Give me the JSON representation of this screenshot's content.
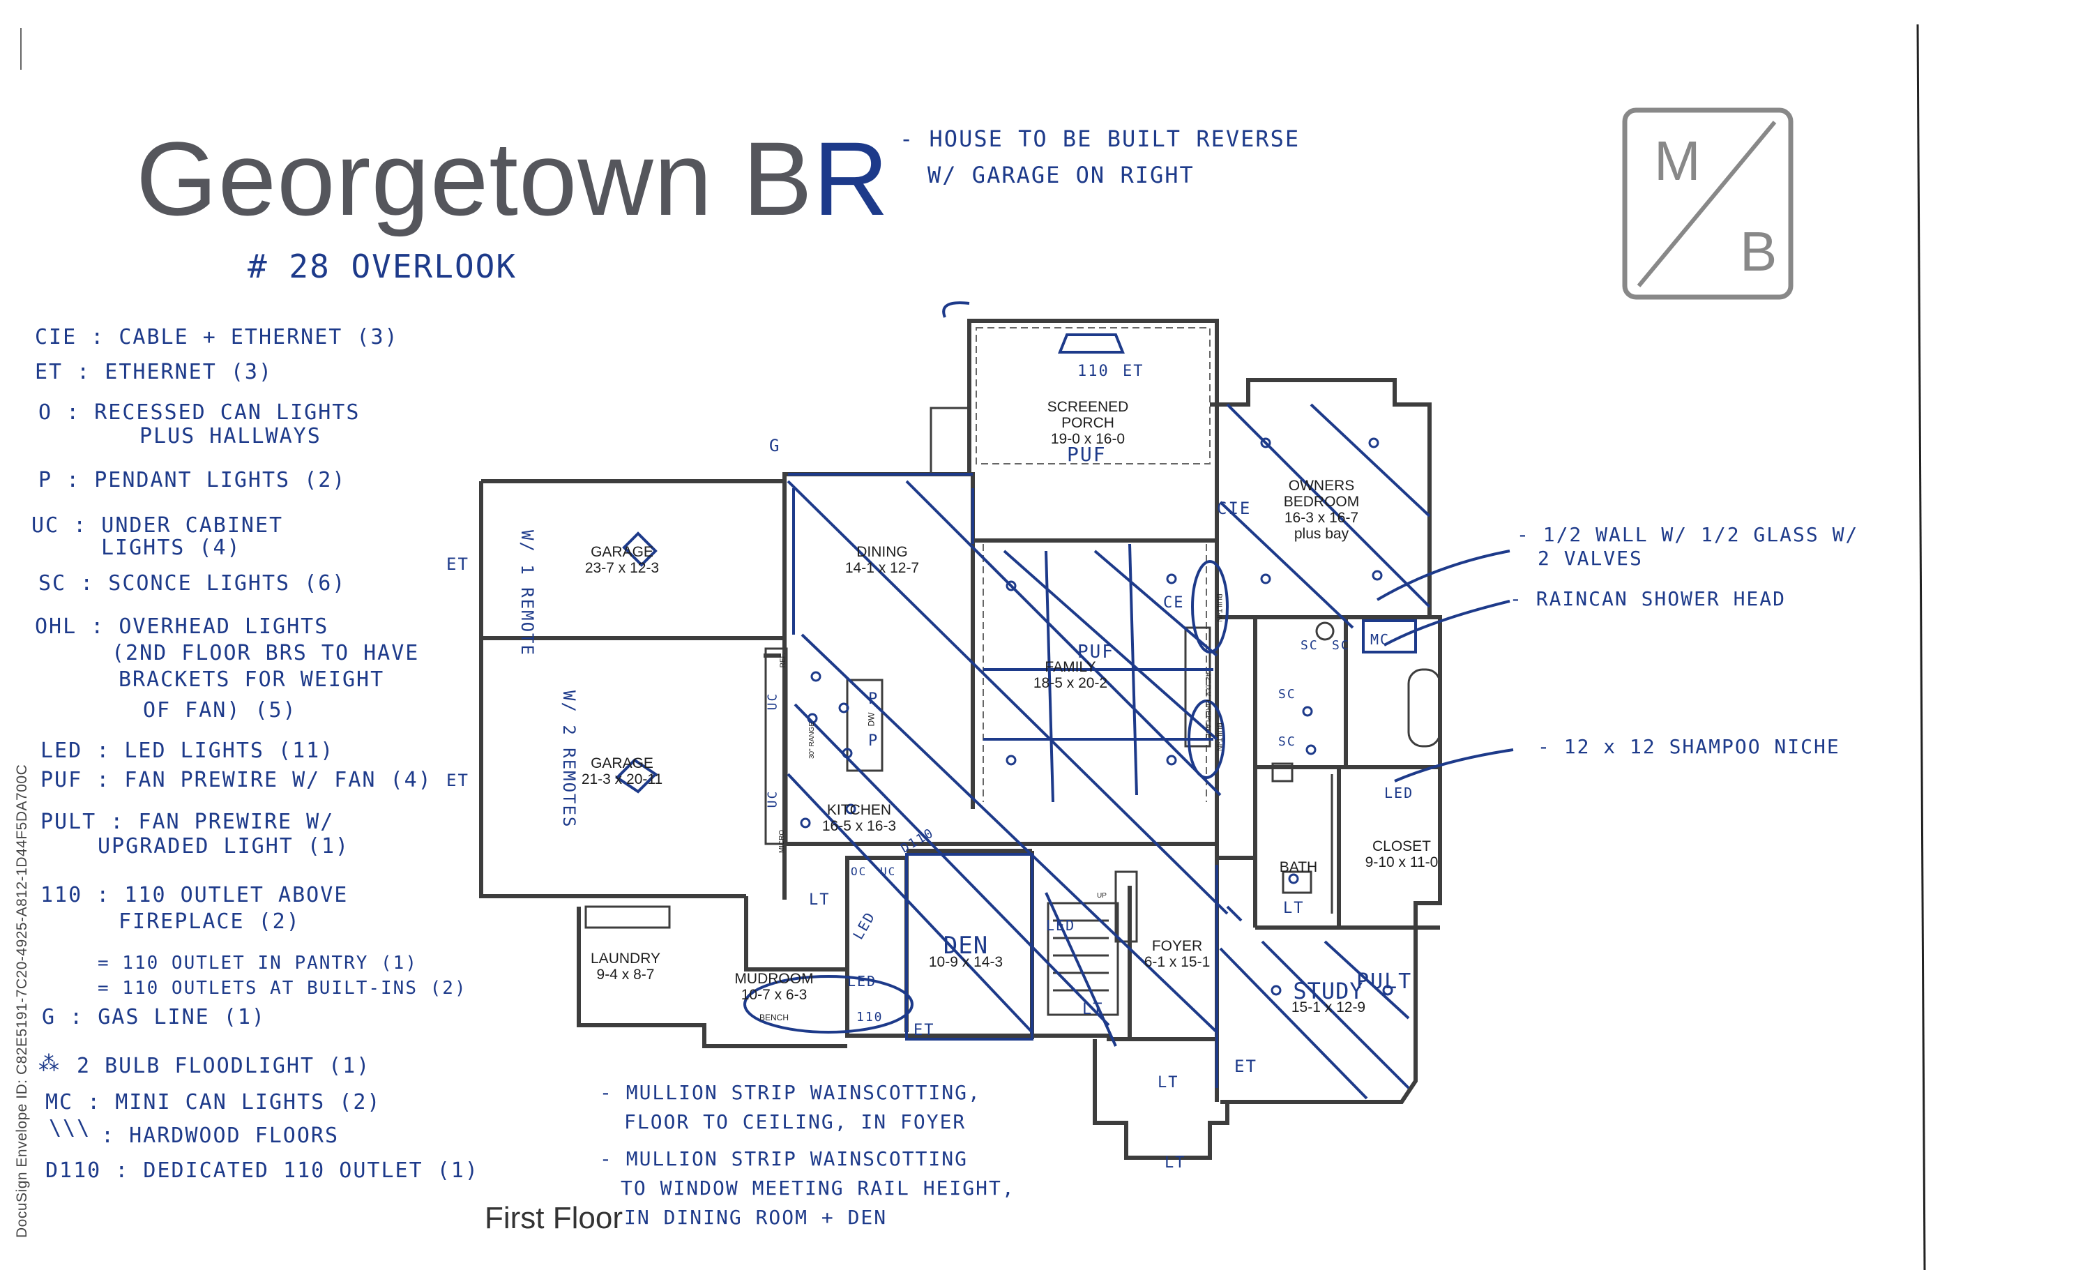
{
  "title": {
    "main": "Georgetown B",
    "suffix": "R",
    "note_line1": "- HOUSE TO BE BUILT REVERSE",
    "note_line2": "W/ GARAGE ON RIGHT",
    "lot": "# 28  OVERLOOK"
  },
  "logo": {
    "top": "M",
    "bottom": "B"
  },
  "legend": [
    "CIE : CABLE + ETHERNET (3)",
    "ET : ETHERNET (3)",
    "O : RECESSED CAN LIGHTS",
    "PLUS HALLWAYS",
    "P : PENDANT LIGHTS (2)",
    "UC : UNDER CABINET",
    "LIGHTS (4)",
    "SC : SCONCE LIGHTS (6)",
    "OHL : OVERHEAD LIGHTS",
    "(2ND FLOOR BRS TO HAVE",
    "BRACKETS FOR WEIGHT",
    "OF FAN) (5)",
    "LED : LED LIGHTS (11)",
    "PUF : FAN PREWIRE W/ FAN (4)",
    "PULT : FAN PREWIRE W/",
    "UPGRADED LIGHT (1)",
    "110 : 110 OUTLET ABOVE",
    "FIREPLACE (2)",
    "= 110 OUTLET IN PANTRY (1)",
    "= 110 OUTLETS AT BUILT-INS (2)",
    "G : GAS LINE (1)",
    "2 BULB FLOODLIGHT (1)",
    "MC : MINI CAN LIGHTS (2)",
    ": HARDWOOD FLOORS",
    "D110 : DEDICATED 110 OUTLET (1)"
  ],
  "rooms": {
    "porch": {
      "name1": "SCREENED",
      "name2": "PORCH",
      "dim": "19-0 x 16-0"
    },
    "owners": {
      "name1": "OWNERS",
      "name2": "BEDROOM",
      "dim": "16-3 x 16-7",
      "extra": "plus bay"
    },
    "garage1": {
      "name": "GARAGE",
      "dim": "23-7 x 12-3"
    },
    "dining": {
      "name": "DINING",
      "dim": "14-1 x 12-7"
    },
    "family": {
      "name": "FAMILY",
      "dim": "18-5 x 20-2"
    },
    "garage2": {
      "name": "GARAGE",
      "dim": "21-3 x 20-11"
    },
    "kitchen": {
      "name": "KITCHEN",
      "dim": "16-5 x 16-3"
    },
    "closet": {
      "name": "CLOSET",
      "dim": "9-10 x 11-0"
    },
    "bath": {
      "name": "BATH"
    },
    "laundry": {
      "name": "LAUNDRY",
      "dim": "9-4 x 8-7"
    },
    "mudroom": {
      "name": "MUDROOM",
      "dim": "10-7 x 6-3",
      "bench": "BENCH"
    },
    "den": {
      "name": "DEN",
      "dim": "10-9 x 14-3"
    },
    "foyer": {
      "name": "FOYER",
      "dim": "6-1 x 15-1"
    },
    "study": {
      "name": "STUDY",
      "dim": "15-1 x 12-9"
    }
  },
  "plan_labels": {
    "porch_110": "110",
    "porch_et": "ET",
    "porch_puf": "PUF",
    "family_puf": "PUF",
    "cie": "CIE",
    "ce": "CE",
    "sc1": "SC",
    "sc2": "SC",
    "sc3": "SC",
    "sc4": "SC",
    "mc": "MC",
    "led_closet": "LED",
    "led1": "LED",
    "led2": "LED",
    "led3": "LED",
    "den_led": "LED",
    "pult": "PULT",
    "et_study": "ET",
    "lt1": "LT",
    "lt2": "LT",
    "lt3": "LT",
    "lt4": "LT",
    "lt5": "LT",
    "et_den": "ET",
    "g": "G",
    "uc1": "UC",
    "uc2": "UC",
    "p1": "P",
    "p2": "P",
    "d110": "D110",
    "oc": "OC",
    "uc3": "UC",
    "remote1": "W/ 1 REMOTE",
    "remote2": "W/ 2 REMOTES",
    "ref": "REF.",
    "range": "30\" RANGE",
    "dw": "DW",
    "micro": "MICRO",
    "built_in1": "BUILT-IN",
    "built_in2": "BUILT-IN",
    "fireplace": "42\" D.V. FIREPLACE",
    "up": "UP",
    "h110": "110",
    "et_garage1": "ET",
    "et_garage2": "ET"
  },
  "notes": {
    "wall": "- 1/2 WALL W/ 1/2 GLASS W/",
    "wall2": "2 VALVES",
    "rain": "- RAINCAN SHOWER HEAD",
    "niche": "- 12 x 12 SHAMPOO NICHE",
    "mullion1": "- MULLION STRIP WAINSCOTTING,",
    "mullion1b": "FLOOR TO CEILING, IN FOYER",
    "mullion2": "- MULLION STRIP WAINSCOTTING",
    "mullion2b": "TO WINDOW MEETING RAIL HEIGHT,",
    "mullion2c": "IN DINING ROOM + DEN"
  },
  "footer": {
    "floor": "First Floor",
    "envelope": "DocuSign Envelope ID: C82E5191-7C20-4925-A812-1D44F5DA700C"
  },
  "colors": {
    "ink": "#1d3a8a",
    "wall": "#3d3d3d",
    "title": "#55565c"
  }
}
